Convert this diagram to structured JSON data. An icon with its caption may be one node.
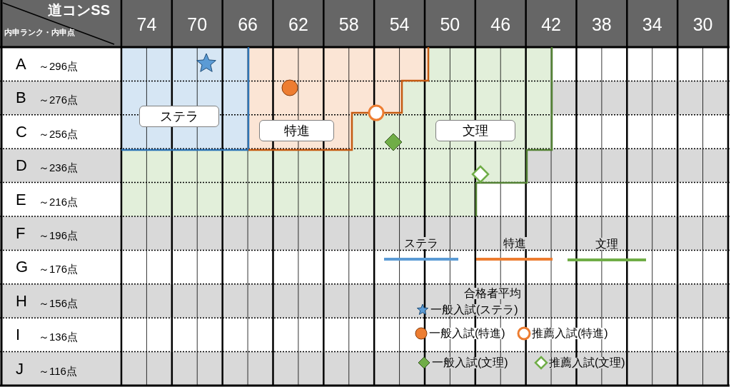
{
  "diagram": {
    "nodes": [
      {
        "text": [
          "ステラ"
        ]
      },
      {
        "text": [
          "特進"
        ]
      },
      {
        "text": [
          "文理"
        ]
      }
    ],
    "edges": [],
    "labels": [
      "道コンSS",
      "内申ランク・内申点",
      "74",
      "70",
      "66",
      "62",
      "58",
      "54",
      "50",
      "46",
      "42",
      "38",
      "34",
      "30",
      "A",
      "～296点",
      "B",
      "～276点",
      "C",
      "～256点",
      "D",
      "～236点",
      "E",
      "～216点",
      "F",
      "～196点",
      "G",
      "～176点",
      "H",
      "～156点",
      "I",
      "～136点",
      "J",
      "～116点",
      "合格者平均"
    ],
    "legend": [
      {
        "text": "ステラ"
      },
      {
        "text": "特進"
      },
      {
        "text": "文理"
      },
      {
        "text": "一般入試(ステラ)"
      },
      {
        "text": "一般入試(特進)"
      },
      {
        "text": "推薦入試(特進)"
      },
      {
        "text": "一般入試(文理)"
      },
      {
        "text": "推薦入試(文理)"
      }
    ]
  }
}
